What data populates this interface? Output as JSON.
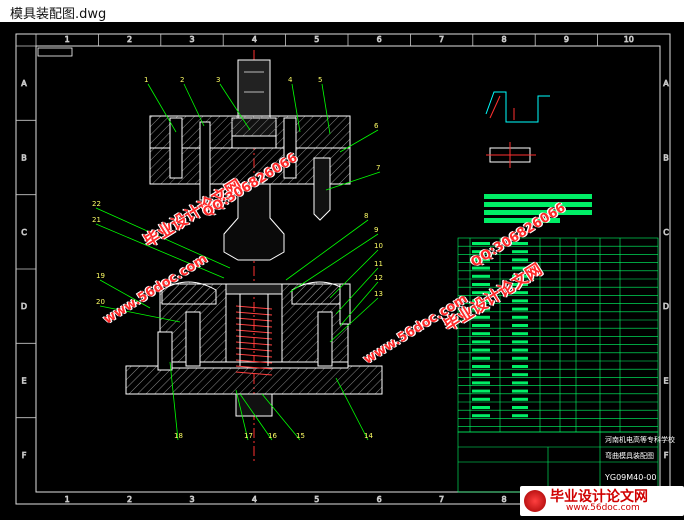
{
  "window": {
    "title": "模具装配图.dwg"
  },
  "drawing": {
    "top_ruler": [
      "1",
      "2",
      "3",
      "4",
      "5",
      "6",
      "7",
      "8",
      "9",
      "10"
    ],
    "side_ruler": [
      "A",
      "B",
      "C",
      "D",
      "E",
      "F"
    ],
    "callouts": [
      "1",
      "2",
      "3",
      "4",
      "5",
      "6",
      "7",
      "8",
      "9",
      "10",
      "11",
      "12",
      "13",
      "14",
      "15",
      "16",
      "17",
      "18",
      "19",
      "20",
      "21",
      "22"
    ],
    "title_block": {
      "school": "河南机电高等专科学校",
      "part": "弯曲模具装配图",
      "code": "YG09M40-00"
    }
  },
  "watermarks": {
    "site": "毕业设计论文网",
    "url": "www.56doc.com",
    "qq": "QQ:306826066",
    "brand": "毕业设计论文网",
    "brand_url": "www.56doc.com"
  },
  "colors": {
    "cad_bg": "#000000",
    "frame": "#ffffff",
    "part": "#ffffff",
    "hatch": "#7a7a7a",
    "leader": "#00ff00",
    "center": "#ff3030",
    "table": "#00ff66",
    "spring": "#ff4040"
  }
}
